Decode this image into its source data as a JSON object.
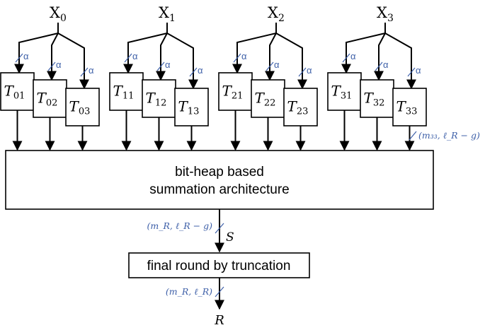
{
  "inputs": [
    {
      "base": "X",
      "sub": "0"
    },
    {
      "base": "X",
      "sub": "1"
    },
    {
      "base": "X",
      "sub": "2"
    },
    {
      "base": "X",
      "sub": "3"
    }
  ],
  "alpha_label": "α",
  "tables": [
    [
      {
        "base": "T",
        "sub": "01"
      },
      {
        "base": "T",
        "sub": "02"
      },
      {
        "base": "T",
        "sub": "03"
      }
    ],
    [
      {
        "base": "T",
        "sub": "11"
      },
      {
        "base": "T",
        "sub": "12"
      },
      {
        "base": "T",
        "sub": "13"
      }
    ],
    [
      {
        "base": "T",
        "sub": "21"
      },
      {
        "base": "T",
        "sub": "22"
      },
      {
        "base": "T",
        "sub": "23"
      }
    ],
    [
      {
        "base": "T",
        "sub": "31"
      },
      {
        "base": "T",
        "sub": "32"
      },
      {
        "base": "T",
        "sub": "33"
      }
    ]
  ],
  "table_output_annotation": "(m₃₃, ℓ_R − g)",
  "bitheap": {
    "line1": "bit-heap based",
    "line2": "summation architecture"
  },
  "sum_annotation": "(m_R, ℓ_R − g)",
  "sum_label": "S",
  "final_block": "final round by truncation",
  "result_annotation": "(m_R, ℓ_R)",
  "result_label": "R",
  "colors": {
    "annotation": "#3d5fa8",
    "stroke": "#000000",
    "fill": "#ffffff"
  }
}
